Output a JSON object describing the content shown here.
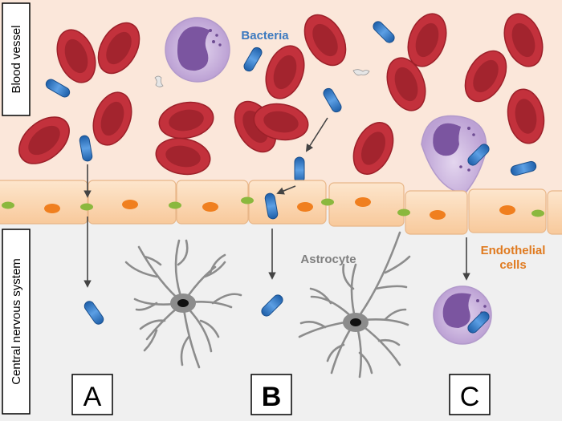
{
  "labels": {
    "bacteria": "Bacteria",
    "astrocyte": "Astrocyte",
    "endothelial_line1": "Endothelial",
    "endothelial_line2": "cells",
    "blood_vessel": "Blood vessel",
    "cns": "Central nervous system"
  },
  "panels": [
    {
      "letter": "A",
      "bold": false
    },
    {
      "letter": "B",
      "bold": true
    },
    {
      "letter": "C",
      "bold": false
    }
  ],
  "colors": {
    "blood_bg": "#fbe7da",
    "cns_bg": "#f0f0f0",
    "rbc": "#c3313c",
    "rbc_dark": "#8c1e26",
    "bacteria": "#2a74c6",
    "endothelial": "#fcd8b2",
    "nucleus": "#f07f1f",
    "junction": "#8bb83e",
    "leukocyte": "#c9b3dc",
    "leukocyte_nucleus": "#7b55a0",
    "astrocyte": "#8c8c8c",
    "bacteria_label": "#3b79bf",
    "astrocyte_label": "#7f7f7f",
    "endothelial_label": "#e07a1f"
  }
}
